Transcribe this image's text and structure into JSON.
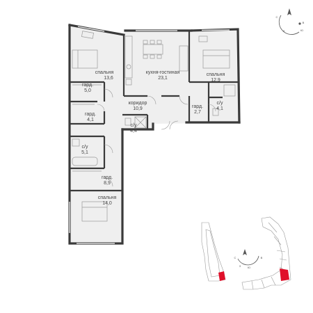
{
  "plan": {
    "rooms": [
      {
        "id": "bedroom-top-left",
        "label": "спальня",
        "area": "13,6"
      },
      {
        "id": "kitchen-living",
        "label": "кухня-гостиная",
        "area": "23,1"
      },
      {
        "id": "bedroom-top-right",
        "label": "спальня",
        "area": "12,9"
      },
      {
        "id": "wardrobe-top-left",
        "label": "гард.",
        "area": "5,0"
      },
      {
        "id": "corridor",
        "label": "коридор",
        "area": "10,9"
      },
      {
        "id": "wardrobe-right",
        "label": "гард.",
        "area": "2,7"
      },
      {
        "id": "bathroom-right",
        "label": "с/у",
        "area": "4,1"
      },
      {
        "id": "wardrobe-mid-left",
        "label": "гард.",
        "area": "4,1"
      },
      {
        "id": "bathroom-center",
        "label": "с/у",
        "area": "4,4"
      },
      {
        "id": "bathroom-left",
        "label": "с/у",
        "area": "5,1"
      },
      {
        "id": "wardrobe-bottom-left",
        "label": "гард.",
        "area": "8,9"
      },
      {
        "id": "bedroom-bottom",
        "label": "спальня",
        "area": "14,0"
      }
    ]
  },
  "compass_top": {
    "letters": [
      "С",
      "Ю",
      "З",
      "В"
    ]
  },
  "compass_mini": {
    "letters": [
      "С",
      "Ю",
      "З",
      "В"
    ]
  },
  "colors": {
    "wall": "#3a3a3a",
    "room_fill": "#efefef",
    "furniture": "#9a9a9a",
    "highlight": "#e0102a",
    "site_stroke": "#9a9a9a"
  }
}
